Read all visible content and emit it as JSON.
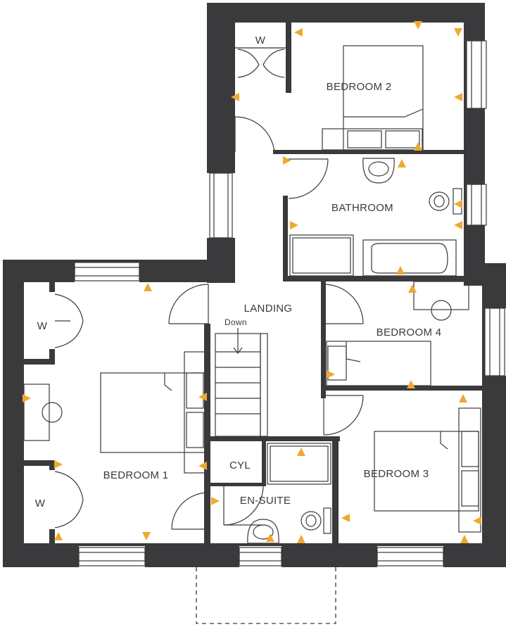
{
  "rooms": {
    "bedroom1": "BEDROOM 1",
    "bedroom2": "BEDROOM 2",
    "bedroom3": "BEDROOM 3",
    "bedroom4": "BEDROOM 4",
    "bathroom": "BATHROOM",
    "landing": "LANDING",
    "ensuite": "EN-SUITE",
    "cyl": "CYL",
    "wardrobe": "W",
    "stairs_down": "Down"
  },
  "colors": {
    "wall": "#3a3a3c",
    "marker": "#f0a830",
    "background": "#ffffff"
  }
}
